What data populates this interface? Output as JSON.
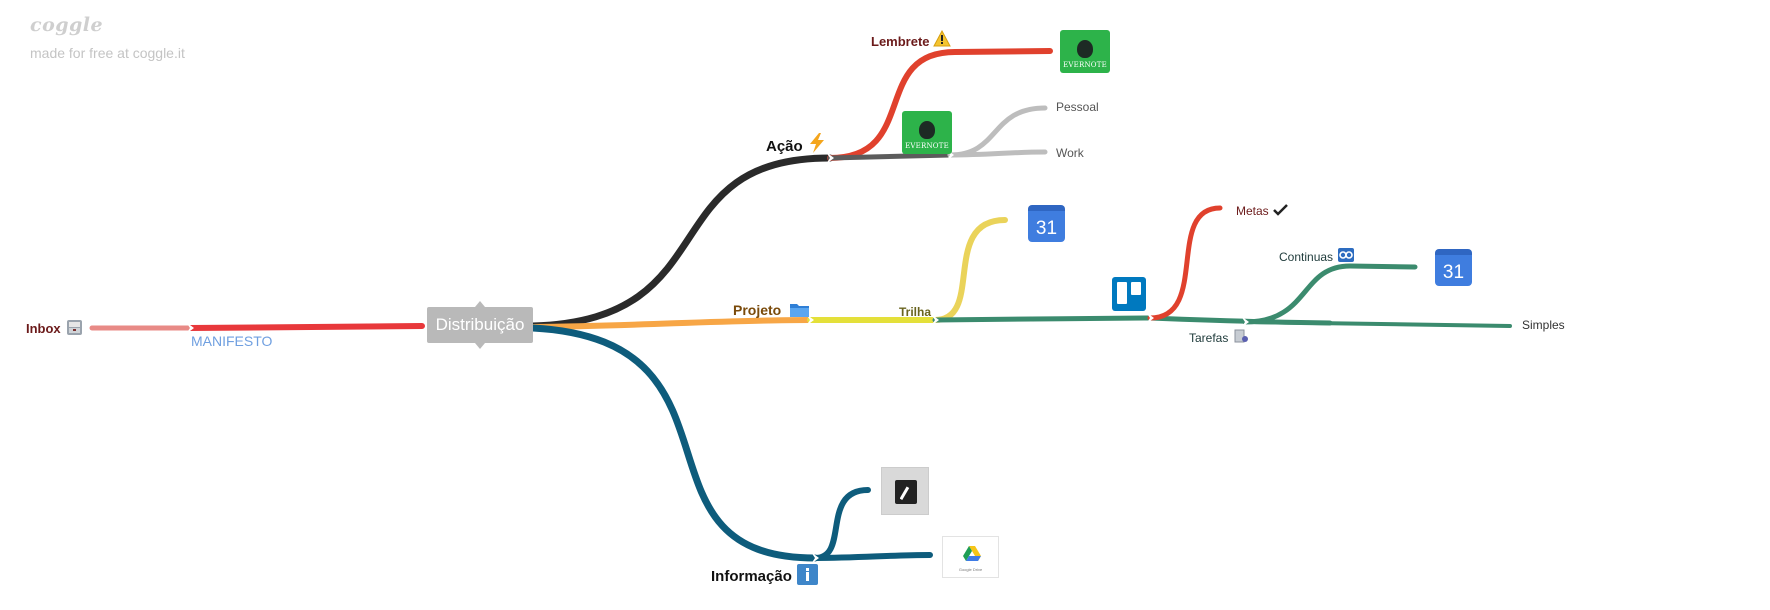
{
  "watermark": {
    "logo": "coggle",
    "subtitle": "made for free at coggle.it"
  },
  "central": {
    "label": "Distribuição"
  },
  "nodes": {
    "inbox": "Inbox",
    "manifesto": "MANIFESTO",
    "acao": "Ação",
    "lembrete": "Lembrete",
    "pessoal": "Pessoal",
    "work": "Work",
    "projeto": "Projeto",
    "trilha": "Trilha",
    "metas": "Metas",
    "continuas": "Continuas",
    "tarefas": "Tarefas",
    "simples": "Simples",
    "informacao": "Informação"
  },
  "icons": {
    "inbox": "inbox-tray-icon",
    "acao": "lightning-icon",
    "lembrete": "warning-icon",
    "projeto": "folder-icon",
    "metas": "checkmark-icon",
    "continuas": "loop-icon",
    "tarefas": "task-pin-icon",
    "informacao": "info-icon",
    "apps": [
      "evernote-icon",
      "google-calendar-icon",
      "trello-icon",
      "notes-app-icon",
      "google-drive-icon"
    ]
  },
  "app_labels": {
    "evernote": "EVERNOTE",
    "calendar_day": "31",
    "drive": "Google Drive"
  },
  "colors": {
    "inbox_branch": "#e8383b",
    "acao_branch": "#2a2a2a",
    "lembrete_branch": "#e0412d",
    "evernote_branch": "#bdbdbd",
    "projeto_branch": "#f7a646",
    "trilha_branch": "#e4e03a",
    "trilha_sub": "#ead35a",
    "tarefas_branch": "#3b8b6e",
    "metas_branch": "#e0412d",
    "informacao_branch": "#0e5c7c",
    "central_node": "#b9b9b9",
    "manifesto_link": "#6f9fe0"
  }
}
